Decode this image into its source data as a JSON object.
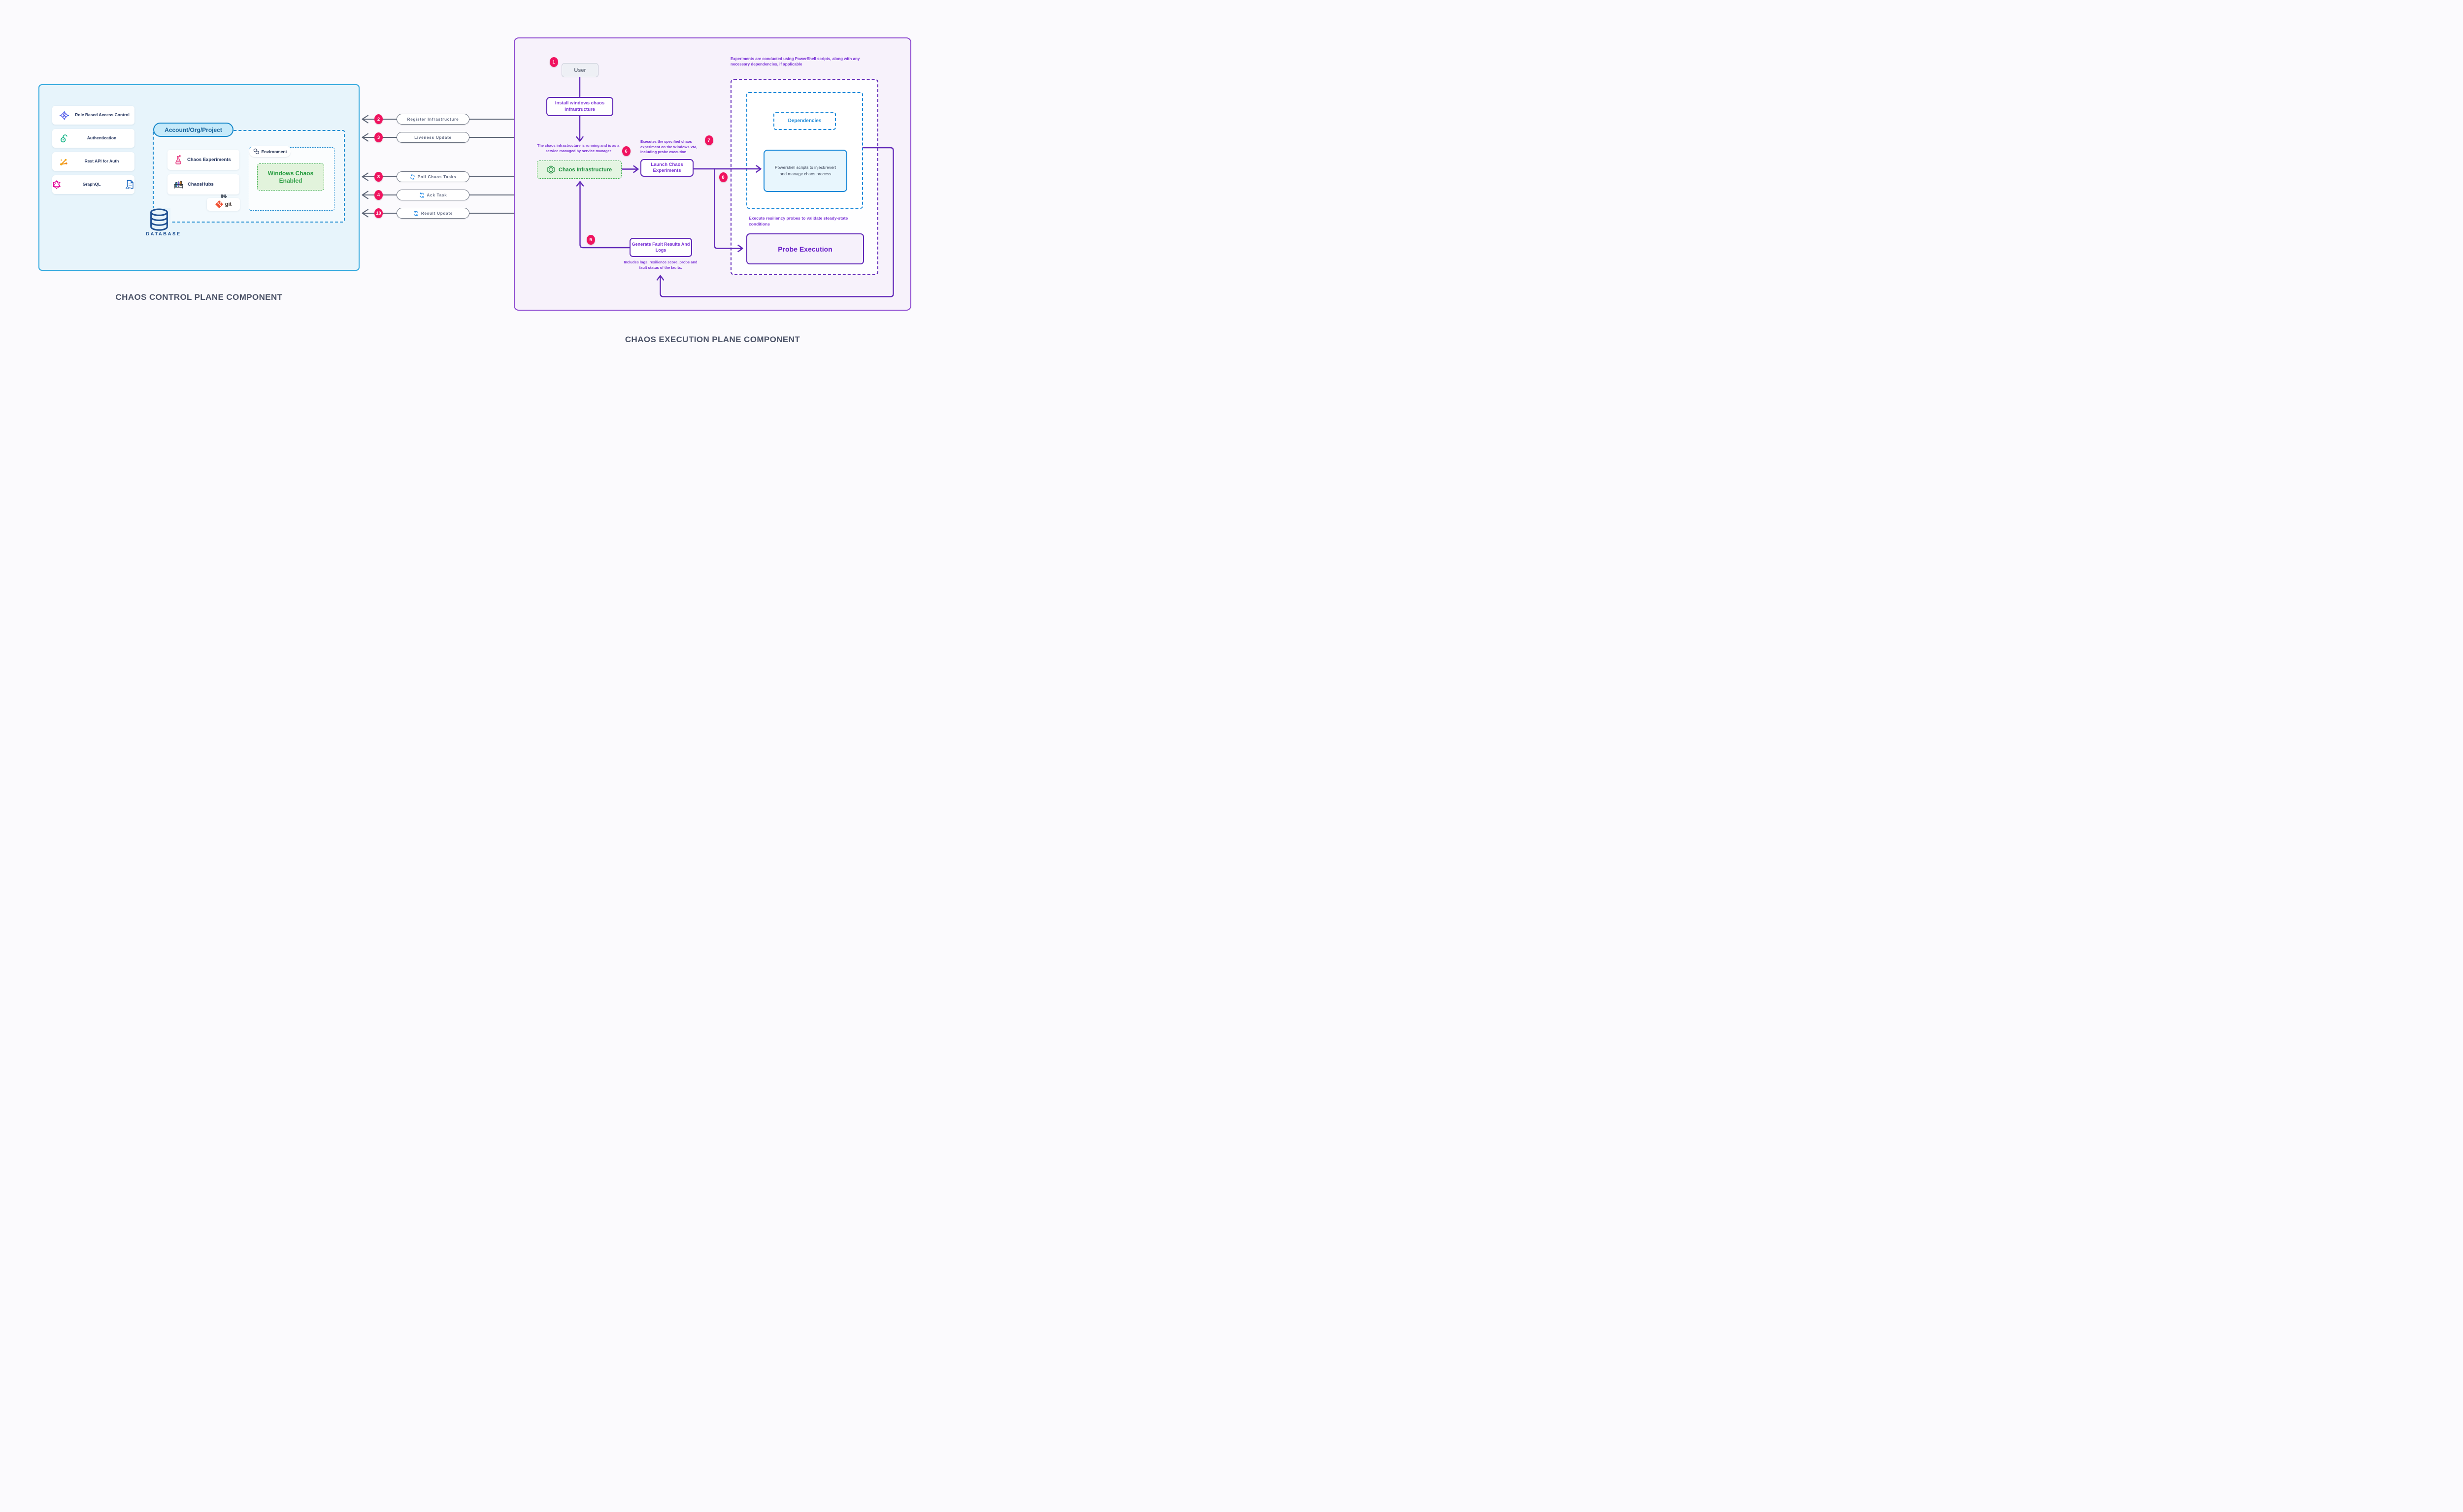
{
  "titles": {
    "control_plane": "CHAOS CONTROL PLANE COMPONENT",
    "execution_plane": "CHAOS EXECUTION PLANE COMPONENT"
  },
  "colors": {
    "control_panel_bg": "#e7f4fb",
    "control_panel_border": "#35a9de",
    "execution_panel_bg": "#f7f2fb",
    "execution_panel_border": "#8d4ad0",
    "badge_pink": "#f0135f",
    "flow_purple": "#6128b8",
    "caption_purple": "#7c35d6",
    "green": "#1e8e3e",
    "blue": "#1787d8",
    "line_gray": "#5d6576",
    "database_blue": "#1d4f91",
    "graphql_pink": "#e10098"
  },
  "control_plane": {
    "cards": [
      {
        "icon": "rbac-icon",
        "label": "Role Based Access Control"
      },
      {
        "icon": "authentication-lock-icon",
        "label": "Authentication"
      },
      {
        "icon": "rest-api-branch-icon",
        "label": "Rest API for Auth"
      },
      {
        "icon": "graphql-icon",
        "label": "GraphQL",
        "secondary_icon": "api-document-icon",
        "secondary_icon_text": "API"
      }
    ],
    "account_pill": "Account/Org/Project",
    "chaos_experiments": {
      "icon": "flask-icon",
      "label": "Chaos Experiments"
    },
    "chaoshubs": {
      "icon": "test-tube-rack-icon",
      "label": "ChaosHubs"
    },
    "git": {
      "icon": "git-icon",
      "label": "git"
    },
    "environment": {
      "icon": "hexagon-cluster-icon",
      "label": "Environment"
    },
    "windows_chaos_enabled": "Windows Chaos Enabled",
    "database_label": "DATABASE"
  },
  "messages": [
    {
      "num": "2",
      "label": "Register Infrastructure",
      "sync_icon": false
    },
    {
      "num": "3",
      "label": "Liveness Update",
      "sync_icon": false
    },
    {
      "num": "3",
      "label": "Poll Chaos Tasks",
      "sync_icon": true
    },
    {
      "num": "4",
      "label": "Ack Task",
      "sync_icon": true
    },
    {
      "num": "10",
      "label": "Result Update",
      "sync_icon": true
    }
  ],
  "execution_plane": {
    "badges": {
      "user": "1",
      "service": "6",
      "launch": "7",
      "scripts": "8",
      "results": "9"
    },
    "user_label": "User",
    "install_label": "Install windows chaos infrastructure",
    "service_caption": "The chaos infrastructure is running and is as a service managed by service manager",
    "chaos_infrastructure": {
      "icon": "hexagon-icon",
      "label": "Chaos Infrastructure"
    },
    "launch_caption": "Executes the specified chaos experiment on the Windows VM, including probe execution",
    "launch_label": "Launch Chaos Experiments",
    "powershell_note": "Experiments are conducted using PowerShell scripts, along with any necessary dependencies, if applicable",
    "dependencies_label": "Dependencies",
    "powershell_label": "Powershell scripts to inject/revert and manage chaos process",
    "probe_caption": "Execute resiliency probes to validate steady-state conditions",
    "probe_label": "Probe Execution",
    "results_label": "Generate Fault Results And Logs",
    "results_caption": "Includes logs, resilience score, probe and fault status of the faults."
  }
}
